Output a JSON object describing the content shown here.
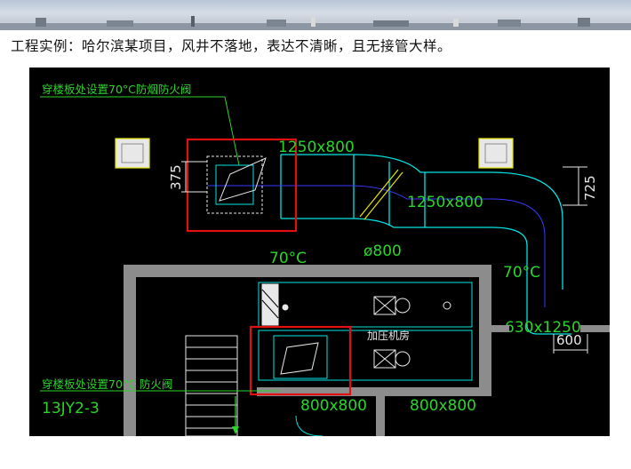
{
  "caption": "工程实例：哈尔滨某项目，风井不落地，表达不清晰，且无接管大样。",
  "drawing": {
    "labels": {
      "top_left_note": "穿楼板处设置70°C防烟防火阀",
      "mid_left_note": "穿楼板处设置70°C 防火阀",
      "standard_ref": "13JY2-3",
      "duct_top": "1250x800",
      "duct_right": "1250x800",
      "round_duct": "ø800",
      "temp_left": "70°C",
      "temp_right": "70°C",
      "duct_vertical": "630x1250",
      "duct_bottom_left": "800x800",
      "duct_bottom_right": "800x800",
      "room_name": "加压机房",
      "dim_375": "375",
      "dim_725": "725",
      "dim_600": "600"
    },
    "colors": {
      "background": "#000000",
      "duct_cyan": "#00e5e5",
      "green_text": "#2bd42b",
      "wall_gray": "#8c8c8c",
      "highlight_red": "#e01010",
      "yellow": "#e6e600",
      "blue": "#3a3aff",
      "white": "#e8e8e8"
    }
  }
}
